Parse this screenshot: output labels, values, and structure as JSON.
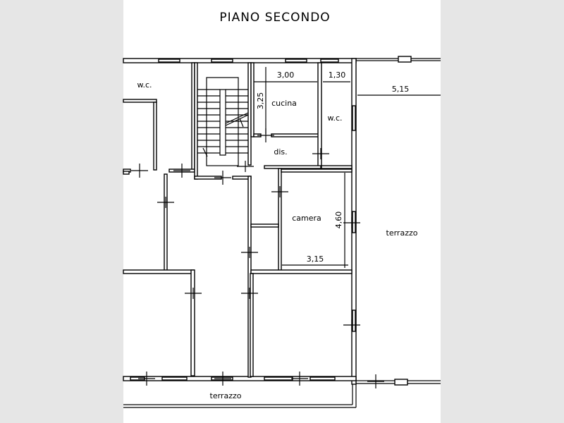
{
  "title": "PIANO SECONDO",
  "rooms": {
    "wc_left": "w.c.",
    "cucina": "cucina",
    "wc_right": "w.c.",
    "dis": "dis.",
    "camera": "camera",
    "terrazzo_right": "terrazzo",
    "terrazzo_bottom": "terrazzo"
  },
  "dimensions": {
    "cucina_width": "3,00",
    "cucina_depth": "3,25",
    "wc_width": "1,30",
    "terrazzo_width": "5,15",
    "camera_depth": "4,60",
    "camera_width": "3,15"
  }
}
